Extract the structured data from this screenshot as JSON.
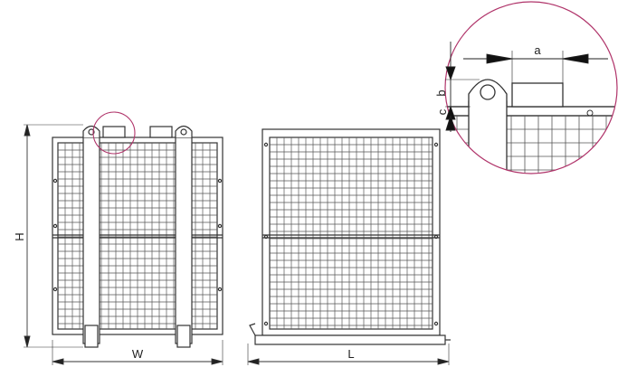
{
  "dimensions": {
    "height": "H",
    "width": "W",
    "length": "L",
    "detail_a": "a",
    "detail_b": "b",
    "detail_c": "c"
  },
  "colors": {
    "line": "#333333",
    "mesh": "#555555",
    "detail_circle": "#b0346a"
  }
}
